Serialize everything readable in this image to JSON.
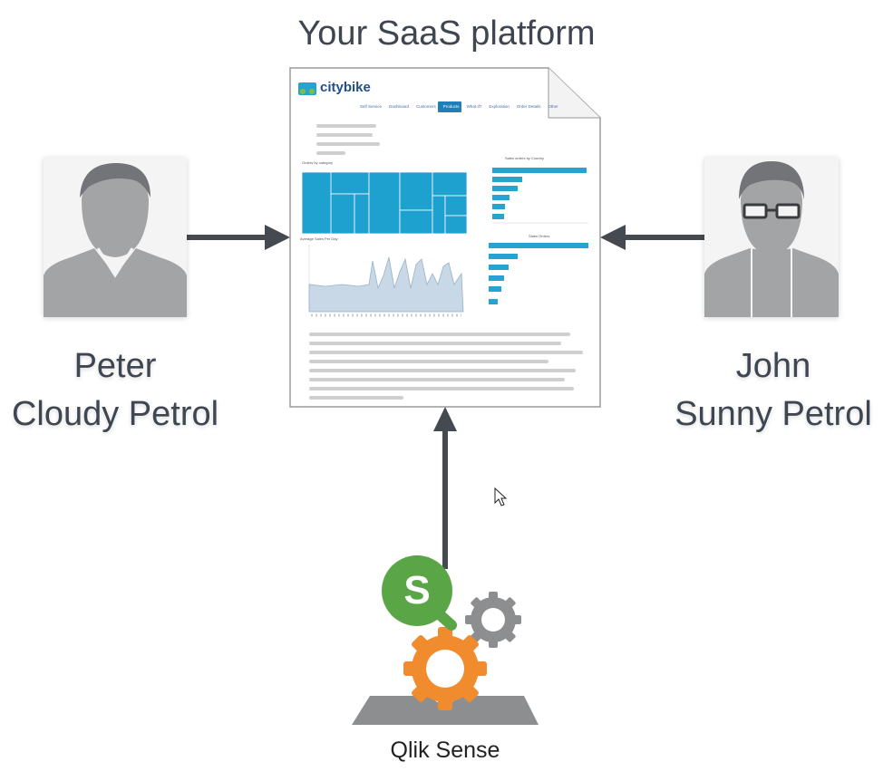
{
  "title": "Your SaaS platform",
  "left_person": {
    "name": "Peter",
    "company": "Cloudy Petrol",
    "icon": "user-avatar-icon"
  },
  "right_person": {
    "name": "John",
    "company": "Sunny Petrol",
    "icon": "user-with-glasses-avatar-icon"
  },
  "platform": {
    "label": "Qlik Sense",
    "icon": "qlik-sense-gears-icon"
  },
  "dashboard": {
    "logo": "citybike",
    "nav": [
      "Self Service",
      "Dashboard",
      "Customers",
      "Products",
      "What-if?",
      "Exploration",
      "Order Details",
      "Other"
    ],
    "active_nav": "Products",
    "panels": [
      "Orders by category",
      "Sales orders by Country",
      "Average Sales Per Day",
      "Sales Orders"
    ]
  },
  "colors": {
    "arrow": "#454a51",
    "bar": "#27a3cf",
    "qlik_green": "#5aa647",
    "gear_orange": "#f08b2e",
    "gear_gray": "#8d8e90"
  }
}
